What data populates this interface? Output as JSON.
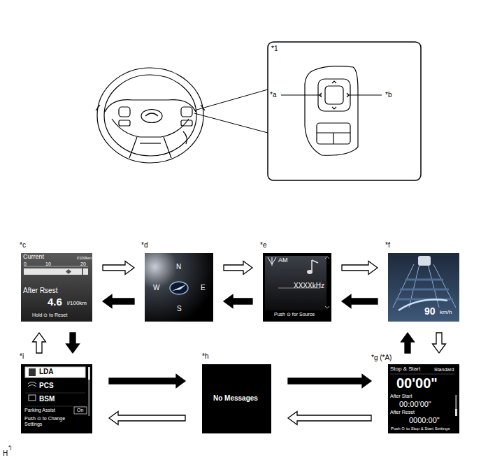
{
  "diagram": {
    "nodes": [
      {
        "text": [
          "*c",
          "Current",
          "l/100km",
          "0",
          "10",
          "20",
          "After Rsest",
          "4.6",
          "l/100km",
          "Hold ⊙ to Reset"
        ]
      },
      {
        "text": [
          "*d",
          "N",
          "W",
          "E",
          "S"
        ]
      },
      {
        "text": [
          "*e",
          "AM",
          "XXXXkHz",
          "Push ⊙ for Source"
        ]
      },
      {
        "text": [
          "*f",
          "90",
          "km/h"
        ]
      },
      {
        "text": [
          "*i",
          "LDA",
          "PCS",
          "BSM",
          "Parking Assist",
          "On",
          "Push ⊙ to Change Settings"
        ]
      },
      {
        "text": [
          "*h",
          "No Messages"
        ]
      },
      {
        "text": [
          "*g (*A)",
          "Stop & Start",
          "Standard",
          "00'00\"",
          "After Start",
          "00:00'00\"",
          "After Reset",
          "0000:00\"",
          "Push ⊙ to Stop & Start Settings"
        ]
      }
    ],
    "edges": [
      {
        "from": 0,
        "to": 1,
        "arrow": "to"
      },
      {
        "from": 1,
        "to": 2,
        "arrow": "to"
      },
      {
        "from": 2,
        "to": 3,
        "arrow": "to"
      },
      {
        "from": 3,
        "to": 2,
        "arrow": "to"
      },
      {
        "from": 2,
        "to": 1,
        "arrow": "to"
      },
      {
        "from": 1,
        "to": 0,
        "arrow": "to"
      },
      {
        "from": 3,
        "to": 6,
        "arrow": "to"
      },
      {
        "from": 6,
        "to": 3,
        "arrow": "to"
      },
      {
        "from": 6,
        "to": 5,
        "arrow": "to"
      },
      {
        "from": 5,
        "to": 4,
        "arrow": "to"
      },
      {
        "from": 4,
        "to": 5,
        "arrow": "to"
      },
      {
        "from": 5,
        "to": 6,
        "arrow": "to"
      },
      {
        "from": 4,
        "to": 0,
        "arrow": "to"
      },
      {
        "from": 0,
        "to": 4,
        "arrow": "to"
      }
    ],
    "labels": [
      "*1",
      "*a",
      "*b",
      "H",
      "*j"
    ]
  }
}
